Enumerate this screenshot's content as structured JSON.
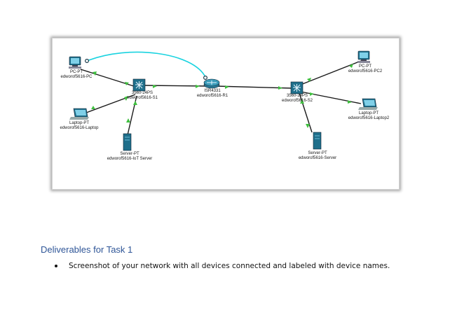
{
  "figure": {
    "devices": {
      "pc": {
        "type": "PC-PT",
        "name": "edworof5616-PC"
      },
      "laptop": {
        "type": "Laptop-PT",
        "name": "edworof5616-Laptop"
      },
      "server_left": {
        "type": "Server-PT",
        "name": "edworof5616-IoT Server"
      },
      "switch_left": {
        "type": "3560-24PS",
        "name": "edworof5616-S1"
      },
      "router": {
        "type": "ISR4331",
        "name": "edworof5616-R1"
      },
      "switch_right": {
        "type": "3560-24PS",
        "name": "edworof5616-S2"
      },
      "pc2": {
        "type": "PC-PT",
        "name": "edworof5616-PC2"
      },
      "laptop2": {
        "type": "Laptop-PT",
        "name": "edworof5616-Laptop2"
      },
      "server_right": {
        "type": "Server-PT",
        "name": "edworof5616-Server"
      }
    },
    "colors": {
      "link": "#1a1a1a",
      "console": "#1ad3e0",
      "port_up": "#3fbf3f",
      "device": "#1f6f8b"
    }
  },
  "heading": "Deliverables for Task 1",
  "bullets": [
    "Screenshot of your network with all devices connected and labeled with device names."
  ]
}
